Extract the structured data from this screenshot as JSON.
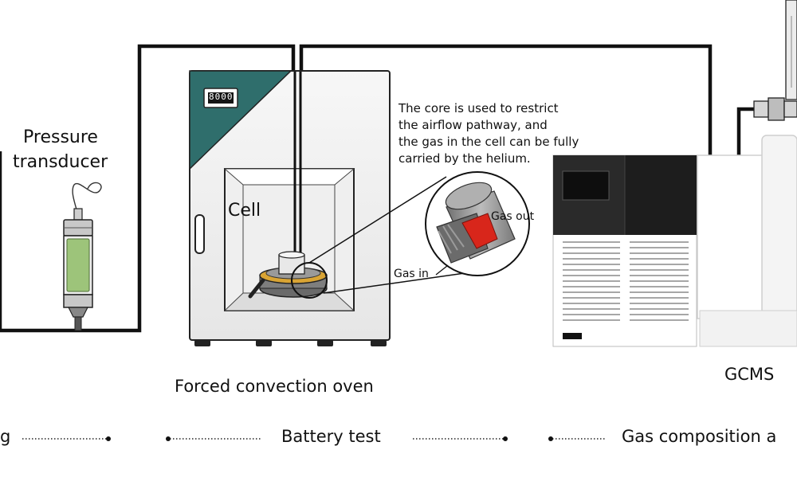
{
  "labels": {
    "pressure_transducer": [
      "Pressure",
      "transducer"
    ],
    "cell": "Cell",
    "oven": "Forced convection oven",
    "gcms": "GCMS",
    "gas_out": "Gas out",
    "gas_in": "Gas in",
    "oven_display": "8000"
  },
  "note_lines": [
    "The core is used to restrict",
    "the airflow pathway, and",
    "the gas in the cell can be fully",
    "carried by the helium."
  ],
  "stages": {
    "left": "g",
    "battery_test": "Battery test",
    "gas_composition": "Gas composition a"
  },
  "colors": {
    "teal": "#2f6e6c",
    "tube": "#111111",
    "liquid_green": "#9dc47a",
    "seal_red": "#d8261b",
    "cell_gold": "#d9a434"
  }
}
